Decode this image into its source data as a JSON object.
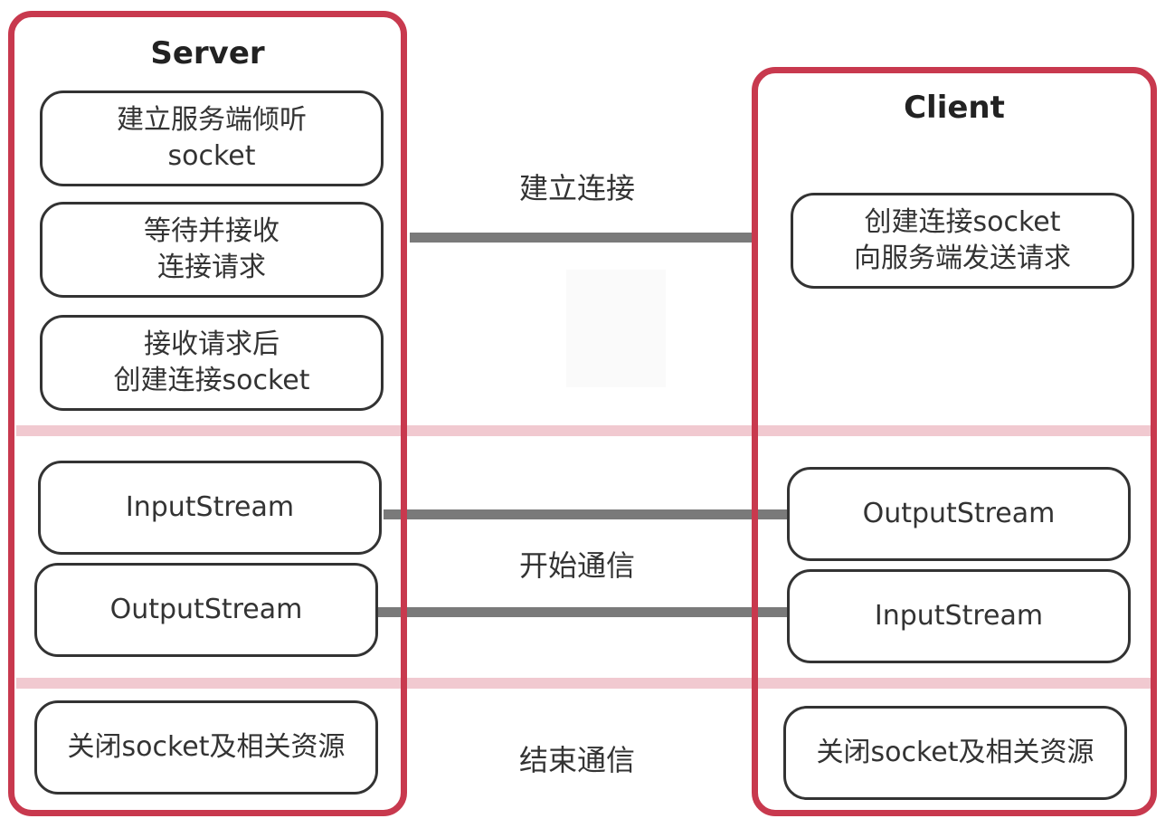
{
  "server": {
    "title": "Server",
    "steps": [
      "建立服务端倾听\nsocket",
      "等待并接收\n连接请求",
      "接收请求后\n创建连接socket",
      "InputStream",
      "OutputStream",
      "关闭socket及相关资源"
    ]
  },
  "client": {
    "title": "Client",
    "steps": [
      "创建连接socket\n向服务端发送请求",
      "OutputStream",
      "InputStream",
      "关闭socket及相关资源"
    ]
  },
  "phases": {
    "connect": "建立连接",
    "communicate": "开始通信",
    "end": "结束通信"
  },
  "colors": {
    "panel_border": "#c8394e",
    "divider": "#f1c9d0",
    "connector": "#7a7a7a"
  }
}
